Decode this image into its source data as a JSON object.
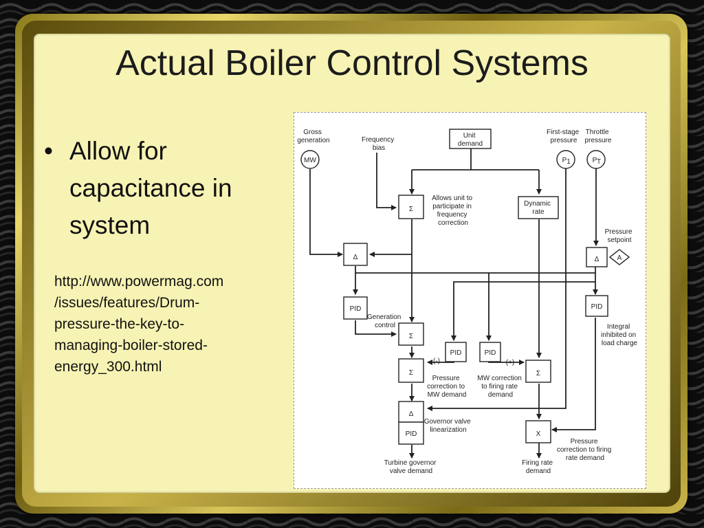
{
  "slide": {
    "title": "Actual Boiler Control Systems",
    "bullet": "Allow for capacitance in system",
    "bullet_marker": "•",
    "url_lines": [
      "http://www.powermag.com",
      "/issues/features/Drum-",
      "pressure-the-key-to-",
      "managing-boiler-stored-",
      "energy_300.html"
    ]
  },
  "diagram": {
    "labels": {
      "gross_generation": [
        "Gross",
        "generation"
      ],
      "frequency_bias": [
        "Frequency",
        "bias"
      ],
      "unit_demand": [
        "Unit",
        "demand"
      ],
      "first_stage_pressure": [
        "First-stage",
        "pressure"
      ],
      "throttle_pressure": [
        "Throttle",
        "pressure"
      ],
      "allows_unit": [
        "Allows unit to",
        "participate in",
        "frequency",
        "correction"
      ],
      "dynamic_rate": [
        "Dynamic",
        "rate"
      ],
      "pressure_setpoint": [
        "Pressure",
        "setpoint"
      ],
      "generation_control": [
        "Generation",
        "control"
      ],
      "integral_inhibited": [
        "Integral",
        "inhibited on",
        "load charge"
      ],
      "pressure_correction_mw": [
        "Pressure",
        "correction to",
        "MW demand"
      ],
      "mw_correction_firing": [
        "MW correction",
        "to firing rate",
        "demand"
      ],
      "governor_valve": [
        "Governor valve",
        "linearization"
      ],
      "pressure_correction_firing": [
        "Pressure",
        "correction to firing",
        "rate demand"
      ],
      "turbine_governor": [
        "Turbine governor",
        "valve demand"
      ],
      "firing_rate_demand": [
        "Firing rate",
        "demand"
      ],
      "minus": "(-)",
      "plus": "(+)"
    },
    "symbols": {
      "mw": "MW",
      "p1": "P",
      "p1_sub": "1",
      "pt": "P",
      "pt_sub": "T",
      "pid": "PID",
      "sum": "Σ",
      "delta": "Δ",
      "mult": "X",
      "a": "A"
    }
  }
}
